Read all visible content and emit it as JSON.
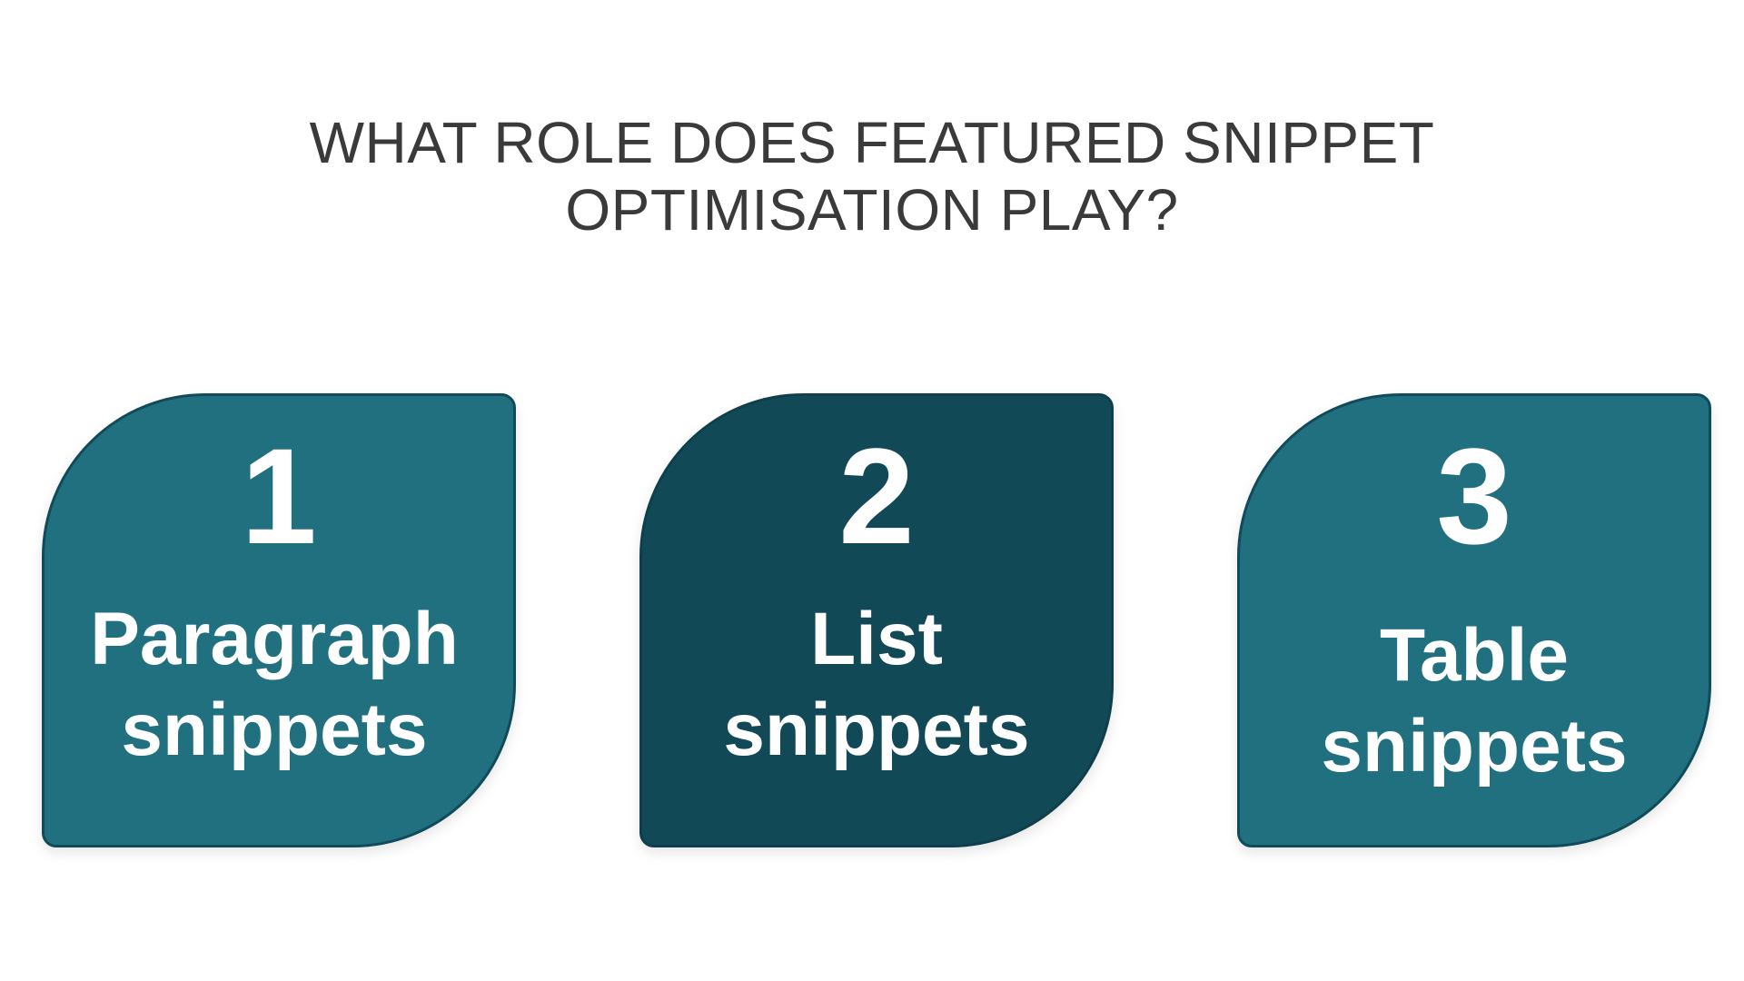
{
  "title": {
    "line1": "WHAT ROLE DOES FEATURED SNIPPET",
    "line2": "OPTIMISATION PLAY?"
  },
  "colors": {
    "card_primary": "#21707f",
    "card_highlight": "#124957",
    "card_border": "#114b5a",
    "title_text": "#3a3a3a",
    "card_text": "#ffffff"
  },
  "cards": [
    {
      "number": "1",
      "line1": "Paragraph",
      "line2": "snippets"
    },
    {
      "number": "2",
      "line1": "List",
      "line2": "snippets"
    },
    {
      "number": "3",
      "line1": "Table",
      "line2": "snippets"
    }
  ]
}
